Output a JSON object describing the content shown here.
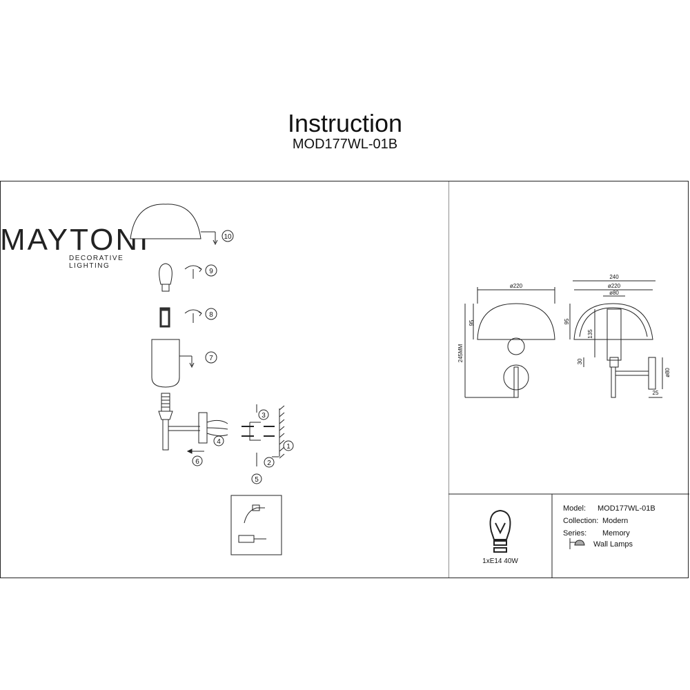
{
  "header": {
    "brand": "MAYTONI",
    "tagline": "DECORATIVE LIGHTING",
    "title": "Instruction",
    "model": "MOD177WL-01B"
  },
  "steps": [
    "1",
    "2",
    "3",
    "4",
    "5",
    "6",
    "7",
    "8",
    "9",
    "10"
  ],
  "dimensions": {
    "d220_front": "ø220",
    "h95_front": "95",
    "h245": "245MM",
    "w240": "240",
    "d220_side": "ø220",
    "d80_top": "ø80",
    "h95_side": "95",
    "h135": "135",
    "h30": "30",
    "d80_side": "ø80",
    "w25": "25"
  },
  "specs": {
    "model_label": "Model:",
    "model_value": "MOD177WL-01B",
    "collection_label": "Collection:",
    "collection_value": "Modern",
    "series_label": "Series:",
    "series_value": "Memory",
    "type_value": "Wall Lamps"
  },
  "bulb": "1xE14 40W"
}
